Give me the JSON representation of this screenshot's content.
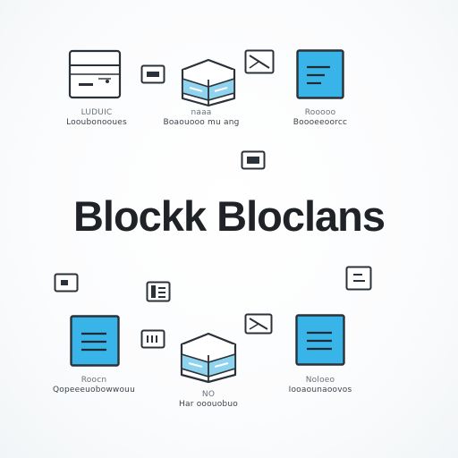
{
  "diagram": {
    "title": "Blockk Bloclans",
    "colors": {
      "accent_blue": "#38b4e8",
      "cube_blue": "#8fd3ee",
      "stroke": "#2b3138",
      "text": "#1f2226"
    },
    "nodes": [
      {
        "id": "top-left-server",
        "icon": "server-icon",
        "line1": "LUDUIC",
        "line2": "Looubonooues"
      },
      {
        "id": "top-center-block",
        "icon": "database-cube-icon",
        "line1": "naaa",
        "line2": "Boaouooo mu ang"
      },
      {
        "id": "top-right-document",
        "icon": "document-icon",
        "line1": "Rooooo",
        "line2": "Boooeeoorcc"
      },
      {
        "id": "bottom-left-document",
        "icon": "document-icon",
        "line1": "Roocn",
        "line2": "Qopeeeuobowwouu"
      },
      {
        "id": "bottom-center-block",
        "icon": "database-cube-icon",
        "line1": "NO",
        "line2": "Har ooouobuo"
      },
      {
        "id": "bottom-right-document",
        "icon": "document-icon",
        "line1": "Noloeo",
        "line2": "Iooaounaoovos"
      }
    ],
    "connectors": [
      {
        "id": "connector-top-1",
        "icon": "small-card-icon"
      },
      {
        "id": "connector-top-2",
        "icon": "envelope-icon"
      },
      {
        "id": "connector-middle",
        "icon": "small-card-icon"
      },
      {
        "id": "connector-left",
        "icon": "small-card-icon"
      },
      {
        "id": "connector-left-2",
        "icon": "small-grid-icon"
      },
      {
        "id": "connector-right",
        "icon": "small-note-icon"
      },
      {
        "id": "connector-bottom-1",
        "icon": "small-card-icon"
      },
      {
        "id": "connector-bottom-2",
        "icon": "envelope-icon"
      }
    ]
  }
}
